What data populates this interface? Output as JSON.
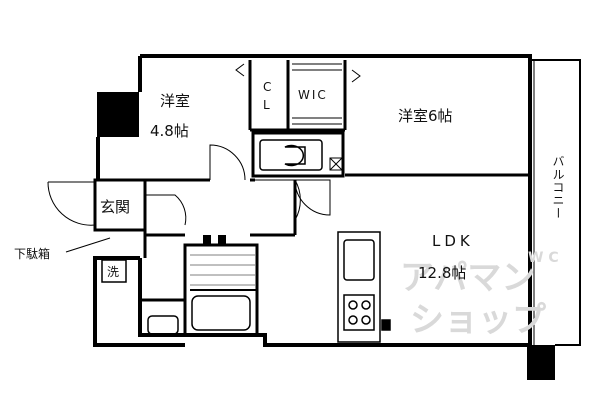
{
  "rooms": {
    "western_room_small": {
      "name": "洋室",
      "size": "4.8帖"
    },
    "western_room_6": "洋室6帖",
    "closet": {
      "line1": "C",
      "line2": "L"
    },
    "wic": "WIC",
    "ldk": {
      "name": "LDK",
      "size": "12.8帖"
    },
    "entrance": "玄関",
    "balcony": "バルコニー",
    "washer": "洗",
    "shoe_box": "下駄箱"
  },
  "watermark": {
    "line1": "アパマン",
    "line2": "ショップ",
    "mark": "W C"
  },
  "colors": {
    "wall": "#000000",
    "watermark": "#d9d9d9"
  }
}
